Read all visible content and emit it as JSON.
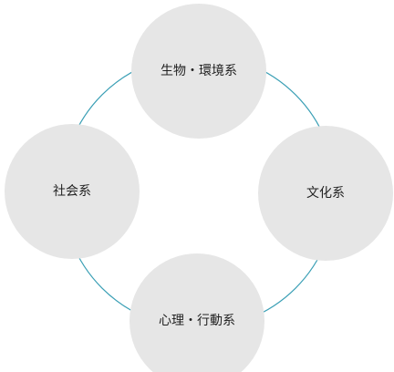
{
  "diagram": {
    "ring_color": "#3a9fb5",
    "node_fill": "#e6e6e6",
    "nodes": [
      {
        "id": "top",
        "label": "生物・環境系"
      },
      {
        "id": "right",
        "label": "文化系"
      },
      {
        "id": "bottom",
        "label": "心理・行動系"
      },
      {
        "id": "left",
        "label": "社会系"
      }
    ]
  }
}
